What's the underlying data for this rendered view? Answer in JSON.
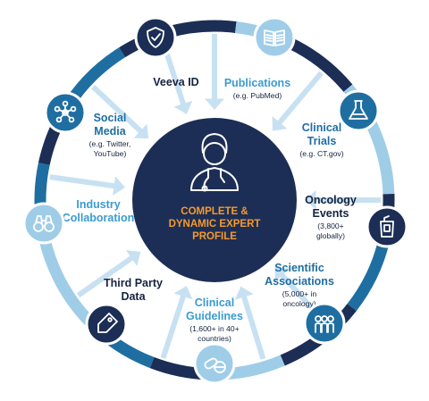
{
  "center": {
    "lines": [
      "COMPLETE &",
      "DYNAMIC EXPERT",
      "PROFILE"
    ],
    "icon": "doctor-icon"
  },
  "segments": [
    {
      "id": "veeva-id",
      "icon": "shield-check-icon",
      "title_lines": [
        "Veeva ID"
      ],
      "sub_lines": []
    },
    {
      "id": "publications",
      "icon": "book-icon",
      "title_lines": [
        "Publications"
      ],
      "sub_lines": [
        "(e.g. PubMed)"
      ]
    },
    {
      "id": "clinical-trials",
      "icon": "flask-icon",
      "title_lines": [
        "Clinical",
        "Trials"
      ],
      "sub_lines": [
        "(e.g. CT.gov)"
      ]
    },
    {
      "id": "oncology-events",
      "icon": "podium-icon",
      "title_lines": [
        "Oncology",
        "Events"
      ],
      "sub_lines": [
        "(3,800+",
        "globally)"
      ]
    },
    {
      "id": "scientific-associations",
      "icon": "people-group-icon",
      "title_lines": [
        "Scientific",
        "Associations"
      ],
      "sub_lines": [
        "(5,000+ in",
        "oncology)"
      ]
    },
    {
      "id": "clinical-guidelines",
      "icon": "pills-icon",
      "title_lines": [
        "Clinical",
        "Guidelines"
      ],
      "sub_lines": [
        "(1,600+ in 40+",
        "countries)"
      ]
    },
    {
      "id": "third-party-data",
      "icon": "price-tag-icon",
      "title_lines": [
        "Third Party",
        "Data"
      ],
      "sub_lines": []
    },
    {
      "id": "industry-collaboration",
      "icon": "binoculars-icon",
      "title_lines": [
        "Industry",
        "Collaboration"
      ],
      "sub_lines": []
    },
    {
      "id": "social-media",
      "icon": "network-icon",
      "title_lines": [
        "Social",
        "Media"
      ],
      "sub_lines": [
        "(e.g. Twitter,",
        "YouTube)"
      ]
    }
  ],
  "colors": {
    "navy": "#1c2e55",
    "medium_blue": "#1f6ea2",
    "light_blue": "#9fcde8",
    "label_light": "#3b9bd1",
    "label_dark": "#15233f",
    "arrow": "#c7e1f2",
    "center_text": "#f59a2c",
    "white": "#ffffff"
  }
}
